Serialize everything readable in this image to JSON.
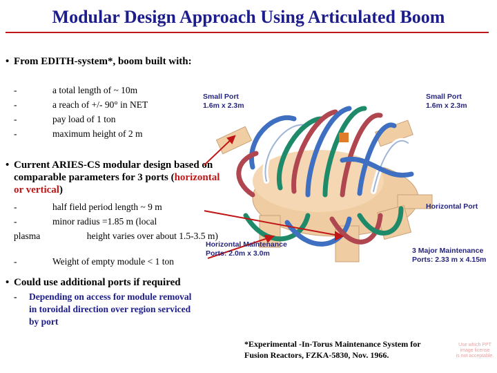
{
  "title": "Modular Design Approach Using Articulated Boom",
  "bullet1": {
    "mark": "•",
    "text": "From EDITH-system*, boom built with:",
    "items": [
      {
        "dash": "-",
        "text": "a total length of ~ 10m"
      },
      {
        "dash": "-",
        "text": "a reach of +/- 90° in NET"
      },
      {
        "dash": "-",
        "text": "pay load of 1 ton"
      },
      {
        "dash": "-",
        "text": "maximum height of 2 m"
      }
    ]
  },
  "bullet2": {
    "mark": "•",
    "text_a": "Current ARIES-CS modular design based on comparable parameters for 3 ports (",
    "text_highlight": "horizontal or vertical",
    "text_b": ")",
    "items": [
      {
        "dash": "-",
        "text": "half field period length ~ 9 m"
      },
      {
        "dash": "-",
        "text": "minor radius =1.85 m (local"
      },
      {
        "dash": "",
        "text": "plasma                    height varies over about 1.5-3.5 m)"
      },
      {
        "dash": "-",
        "text": "Weight of empty module < 1 ton"
      }
    ]
  },
  "bullet3": {
    "mark": "•",
    "text": "Could use additional ports if required",
    "sub_dash": "-",
    "sub_text": "Depending on access for module removal in toroidal direction over region serviced by port"
  },
  "figure_labels": {
    "small_port_left": [
      "Small Port",
      "1.6m x 2.3m"
    ],
    "small_port_right": [
      "Small Port",
      "1.6m x 2.3m"
    ],
    "horizontal_port": "Horizontal Port",
    "horizontal_maintenance": [
      "Horizontal Maintenance",
      "Ports: 2.0m x 3.0m"
    ],
    "major_maintenance": [
      "3 Major Maintenance",
      "Ports: 2.33 m x 4.15m"
    ]
  },
  "footnote": [
    "*Experimental -In-Torus Maintenance System for",
    "Fusion Reactors, FZKA-5830, Nov. 1966."
  ],
  "watermark": [
    "Use which PPT",
    "image license",
    "is not acceptable."
  ],
  "colors": {
    "title": "#1c1c8c",
    "rule": "#c01616",
    "arrow": "#c01616",
    "label": "#26257e",
    "vessel": "#f3cfa4",
    "coil_blue": "#3e6fc1",
    "coil_green": "#1f8a6a",
    "coil_red": "#b04650",
    "coil_white": "#eef1f6"
  }
}
